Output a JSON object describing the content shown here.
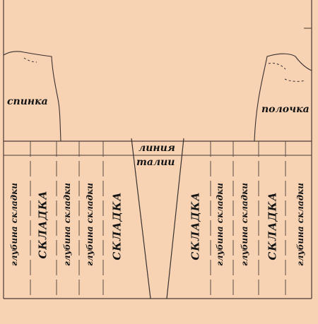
{
  "labels": {
    "back": "спинка",
    "front": "полочка",
    "waist_line_1": "линия",
    "waist_line_2": "талии"
  },
  "strips": [
    {
      "kind": "depth",
      "text": "глубина складки"
    },
    {
      "kind": "fold",
      "text": "СКЛАДКА"
    },
    {
      "kind": "depth",
      "text": "глубина складки"
    },
    {
      "kind": "depth",
      "text": "глубина складки"
    },
    {
      "kind": "fold",
      "text": "СКЛАДКА"
    },
    {
      "kind": "fold",
      "text": "СКЛАДКА"
    },
    {
      "kind": "depth",
      "text": "глубина складки"
    },
    {
      "kind": "depth",
      "text": "глубина складки"
    },
    {
      "kind": "fold",
      "text": "СКЛАДКА"
    },
    {
      "kind": "depth",
      "text": "глубина складки"
    }
  ],
  "colors": {
    "paper": "#f7d3b4",
    "line": "#3a3030",
    "text": "#141414"
  }
}
